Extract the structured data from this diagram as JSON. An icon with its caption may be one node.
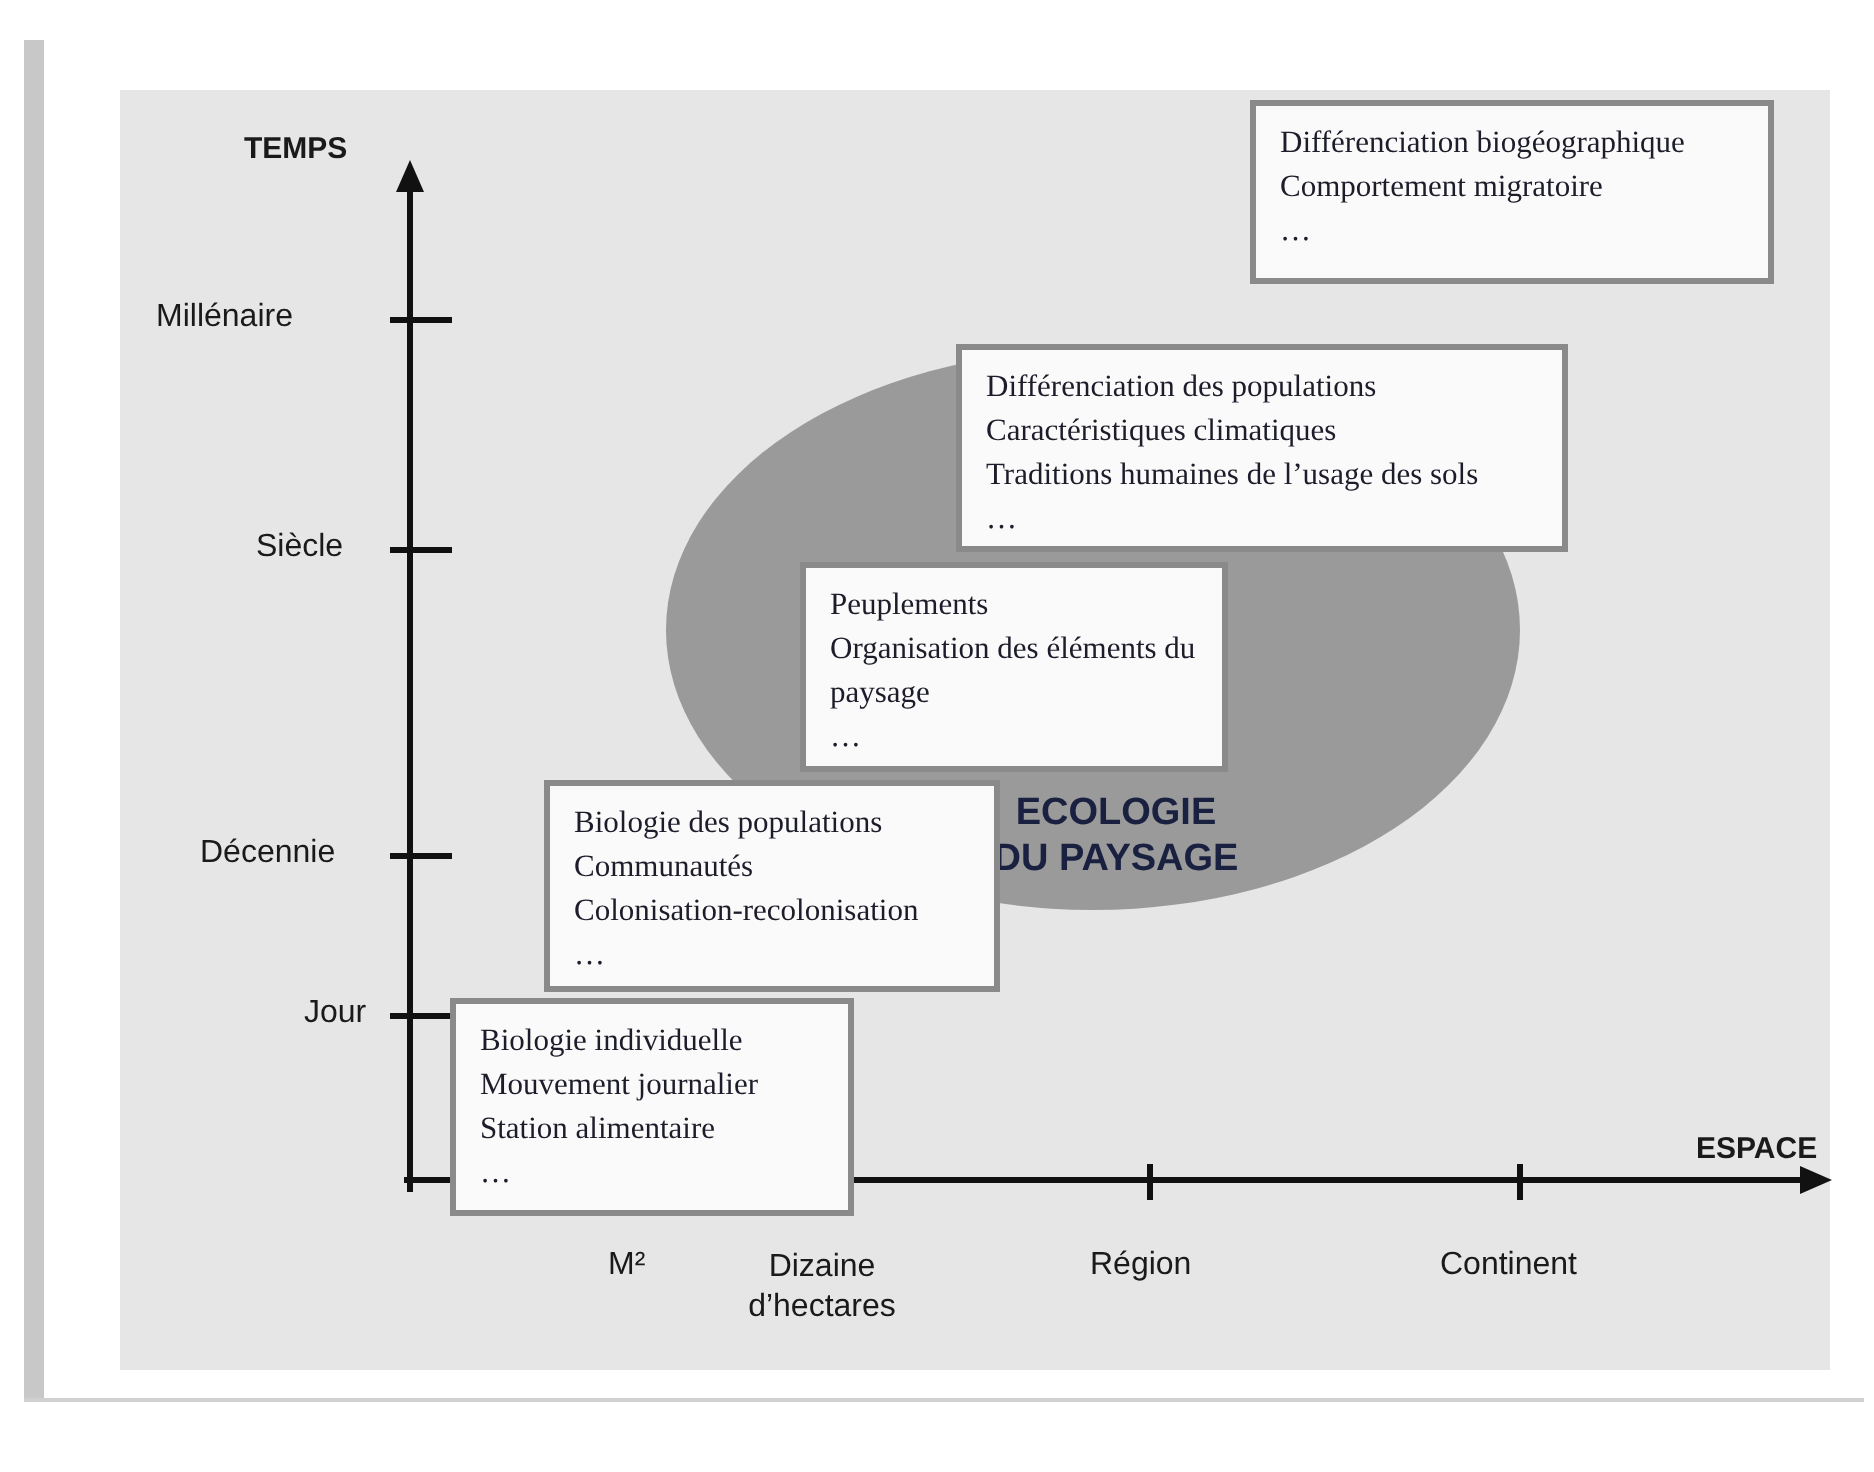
{
  "diagram": {
    "nodes": [
      {
        "text": [
          "Différenciation biogéographique",
          "Comportement migratoire",
          "…"
        ]
      },
      {
        "text": [
          "Différenciation des populations",
          "Caractéristiques climatiques",
          "Traditions humaines de l’usage des sols",
          "…"
        ]
      },
      {
        "text": [
          "ECOLOGIE DU PAYSAGE"
        ]
      },
      {
        "text": [
          "Peuplements",
          "Organisation des éléments du paysage",
          "…"
        ],
        "in": 2
      },
      {
        "text": [
          "Biologie des populations",
          "Communautés",
          "Colonisation-recolonisation",
          "…"
        ]
      },
      {
        "text": [
          "Biologie individuelle",
          "Mouvement journalier",
          "Station alimentaire",
          "…"
        ]
      }
    ],
    "labels": [
      "TEMPS",
      "Millénaire",
      "Siècle",
      "Décennie",
      "Jour",
      "ESPACE",
      "M²",
      "Dizaine d’hectares",
      "Région",
      "Continent"
    ]
  }
}
